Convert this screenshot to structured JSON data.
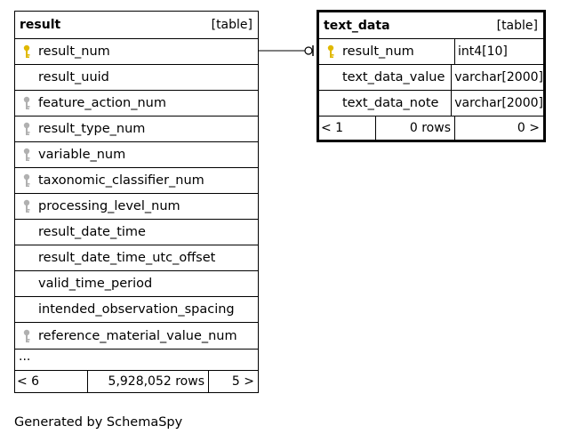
{
  "tables": {
    "result": {
      "name": "result",
      "kind": "[table]",
      "columns": [
        {
          "name": "result_num",
          "key": "primary"
        },
        {
          "name": "result_uuid",
          "key": "none"
        },
        {
          "name": "feature_action_num",
          "key": "foreign"
        },
        {
          "name": "result_type_num",
          "key": "foreign"
        },
        {
          "name": "variable_num",
          "key": "foreign"
        },
        {
          "name": "taxonomic_classifier_num",
          "key": "foreign"
        },
        {
          "name": "processing_level_num",
          "key": "foreign"
        },
        {
          "name": "result_date_time",
          "key": "none"
        },
        {
          "name": "result_date_time_utc_offset",
          "key": "none"
        },
        {
          "name": "valid_time_period",
          "key": "none"
        },
        {
          "name": "intended_observation_spacing",
          "key": "none"
        },
        {
          "name": "reference_material_value_num",
          "key": "foreign"
        }
      ],
      "more": "...",
      "footer": {
        "parents": "< 6",
        "rows": "5,928,052 rows",
        "children": "5 >"
      }
    },
    "text_data": {
      "name": "text_data",
      "kind": "[table]",
      "columns": [
        {
          "name": "result_num",
          "type": "int4[10]",
          "key": "primary"
        },
        {
          "name": "text_data_value",
          "type": "varchar[2000]",
          "key": "none"
        },
        {
          "name": "text_data_note",
          "type": "varchar[2000]",
          "key": "none"
        }
      ],
      "footer": {
        "parents": "< 1",
        "rows": "0 rows",
        "children": "0 >"
      }
    }
  },
  "colors": {
    "primary_key": "#e0b800",
    "foreign_key": "#b0b0b0",
    "border": "#000000"
  },
  "generated_by": "Generated by SchemaSpy"
}
